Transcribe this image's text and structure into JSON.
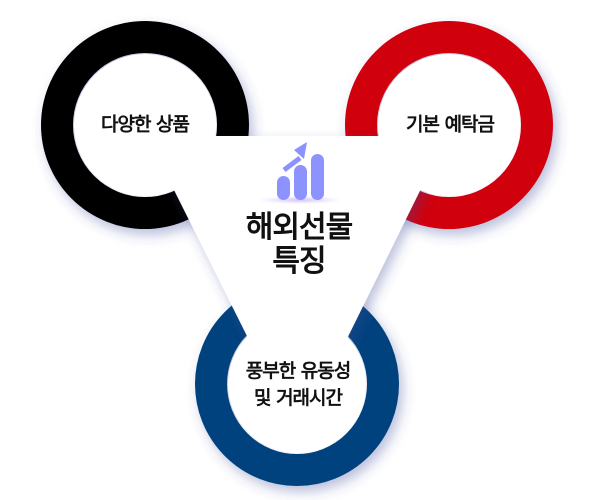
{
  "diagram": {
    "center": {
      "title_line1": "해외선물",
      "title_line2": "특징",
      "icon": "bar-chart-growth-icon"
    },
    "nodes": [
      {
        "label": "다양한 상품",
        "color": "#000000"
      },
      {
        "label": "기본 예탁금",
        "color": "#d0000a"
      },
      {
        "label_line1": "풍부한 유동성",
        "label_line2": "및 거래시간",
        "color": "#02427d"
      }
    ],
    "icon_color": "#8c93ff"
  }
}
